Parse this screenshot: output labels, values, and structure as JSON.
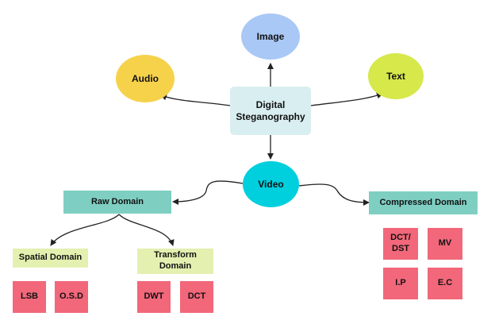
{
  "diagram": {
    "nodes": {
      "image": {
        "label": "Image",
        "color": "#A9C8F5"
      },
      "audio": {
        "label": "Audio",
        "color": "#F6D24B"
      },
      "text": {
        "label": "Text",
        "color": "#D6E84A"
      },
      "center": {
        "label": "Digital Steganography",
        "color": "#D9EEF0"
      },
      "video": {
        "label": "Video",
        "color": "#00CFDE"
      },
      "raw": {
        "label": "Raw Domain",
        "color": "#7ECFC2"
      },
      "compressed": {
        "label": "Compressed Domain",
        "color": "#7ECFC2"
      },
      "spatial": {
        "label": "Spatial Domain",
        "color": "#E4F0B0"
      },
      "transform": {
        "label": "Transform Domain",
        "color": "#E4F0B0"
      },
      "lsb": {
        "label": "LSB",
        "color": "#F2677A"
      },
      "osd": {
        "label": "O.S.D",
        "color": "#F2677A"
      },
      "dwt": {
        "label": "DWT",
        "color": "#F2677A"
      },
      "dct": {
        "label": "DCT",
        "color": "#F2677A"
      },
      "dctdst": {
        "label": "DCT/ DST",
        "color": "#F2677A"
      },
      "mv": {
        "label": "MV",
        "color": "#F2677A"
      },
      "ip": {
        "label": "I.P",
        "color": "#F2677A"
      },
      "ec": {
        "label": "E.C",
        "color": "#F2677A"
      }
    },
    "edges": [
      {
        "from": "center",
        "to": "image"
      },
      {
        "from": "center",
        "to": "audio"
      },
      {
        "from": "center",
        "to": "text"
      },
      {
        "from": "center",
        "to": "video"
      },
      {
        "from": "video",
        "to": "raw"
      },
      {
        "from": "video",
        "to": "compressed"
      },
      {
        "from": "raw",
        "to": "spatial"
      },
      {
        "from": "raw",
        "to": "transform"
      }
    ]
  }
}
